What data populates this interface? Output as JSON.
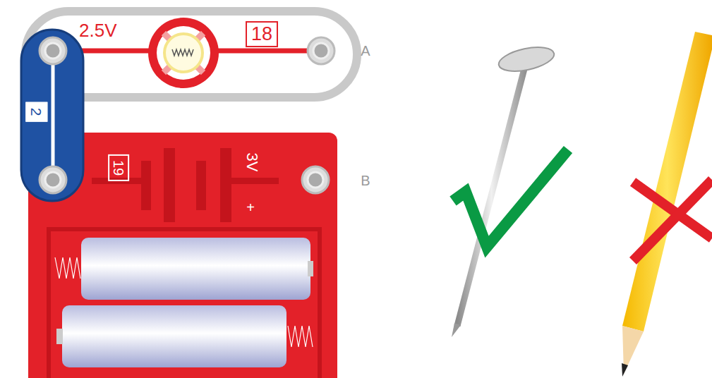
{
  "diagram": {
    "nodes": [
      {
        "text": [
          "2.5V",
          "18"
        ]
      },
      {
        "text": [
          "2"
        ]
      },
      {
        "text": [
          "19",
          "3V",
          "+"
        ]
      }
    ],
    "labels": [
      "A",
      "B"
    ]
  }
}
